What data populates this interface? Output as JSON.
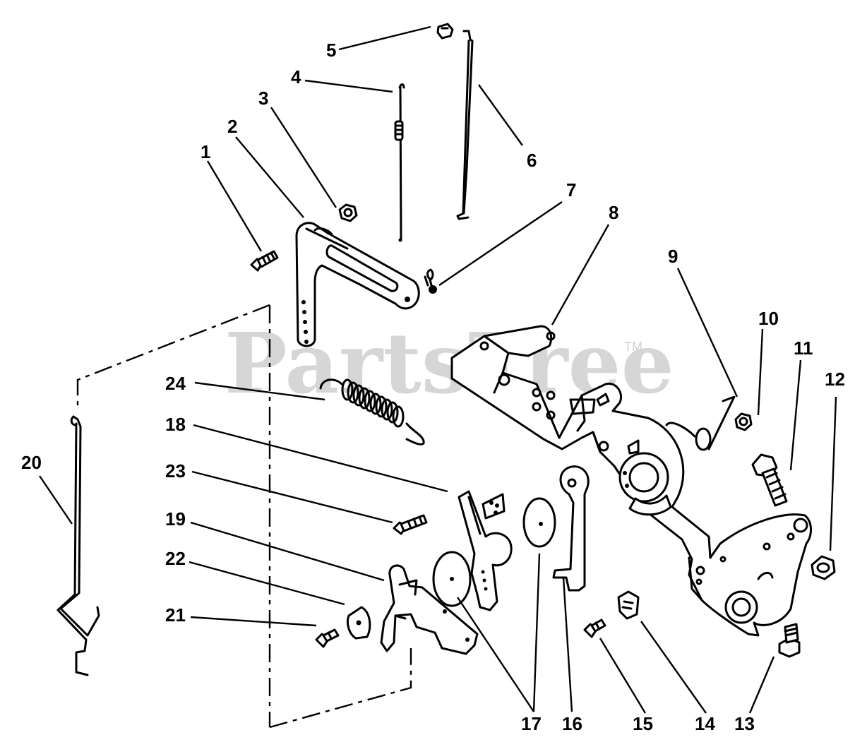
{
  "watermark": {
    "brand": "PartsTree",
    "trademark": "TM"
  },
  "callouts": [
    "1",
    "2",
    "3",
    "4",
    "5",
    "6",
    "7",
    "8",
    "9",
    "10",
    "11",
    "12",
    "13",
    "14",
    "15",
    "16",
    "17",
    "17",
    "18",
    "19",
    "20",
    "21",
    "22",
    "23",
    "24"
  ],
  "callout_map": {
    "c1": "1",
    "c2": "2",
    "c3": "3",
    "c4": "4",
    "c5": "5",
    "c6": "6",
    "c7": "7",
    "c8": "8",
    "c9": "9",
    "c10": "10",
    "c11": "11",
    "c12": "12",
    "c13": "13",
    "c14": "14",
    "c15": "15",
    "c16": "16",
    "c17": "17",
    "c18": "18",
    "c19": "19",
    "c20": "20",
    "c21": "21",
    "c22": "22",
    "c23": "23",
    "c24": "24"
  }
}
